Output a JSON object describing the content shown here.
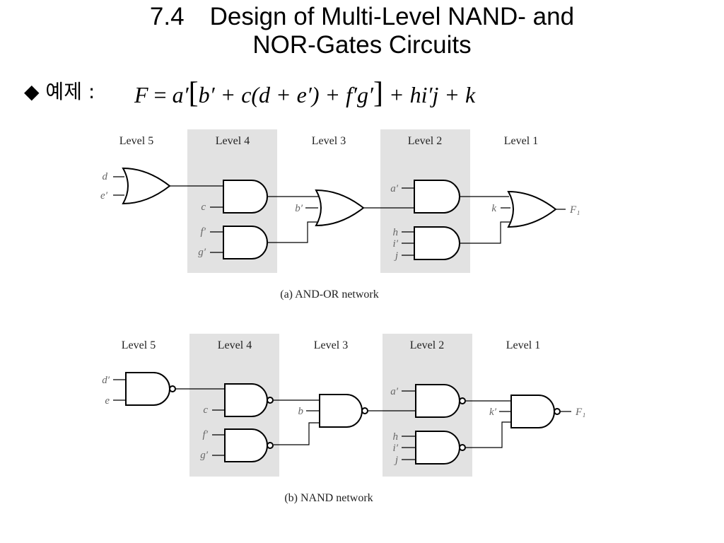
{
  "title": {
    "number": "7.4",
    "line1": "Design of Multi-Level NAND- and",
    "line2": "NOR-Gates Circuits"
  },
  "example_label": "◆ 예제 :",
  "formula": {
    "F": "F",
    "eq": " = ",
    "a": "a′",
    "lb": "[",
    "inner": "b′ + c(d + e′) + f′g′",
    "rb": "]",
    "tail": " + hi′j + k"
  },
  "network_a": {
    "levels": [
      "Level 5",
      "Level 4",
      "Level 3",
      "Level 2",
      "Level 1"
    ],
    "inputs": {
      "d": "d",
      "e": "e′",
      "c": "c",
      "f": "f′",
      "g": "g′",
      "b": "b′",
      "a": "a′",
      "h": "h",
      "i": "i′",
      "j": "j",
      "k": "k"
    },
    "output": "F₁",
    "caption": "(a) AND-OR network"
  },
  "network_b": {
    "levels": [
      "Level 5",
      "Level 4",
      "Level 3",
      "Level 2",
      "Level 1"
    ],
    "inputs": {
      "d": "d′",
      "e": "e",
      "c": "c",
      "f": "f′",
      "g": "g′",
      "b": "b",
      "a": "a′",
      "h": "h",
      "i": "i′",
      "j": "j",
      "k": "k′"
    },
    "output": "F₁",
    "caption": "(b) NAND network"
  }
}
